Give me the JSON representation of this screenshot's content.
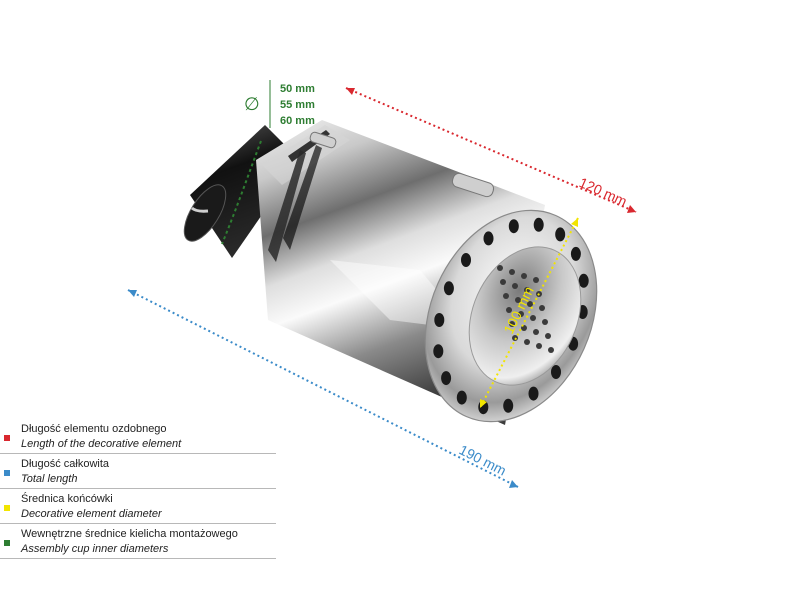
{
  "colors": {
    "red": "#d9282f",
    "blue": "#3b8bc9",
    "yellow": "#f2e500",
    "green": "#2e7d32"
  },
  "diameter_symbol": "∅",
  "inlet_diameters": [
    "50 mm",
    "55 mm",
    "60 mm"
  ],
  "dimensions": {
    "decorative_length": "120 mm",
    "total_length": "190 mm",
    "tip_diameter": "100 mm"
  },
  "legend": [
    {
      "color": "#d9282f",
      "title": "Długość elementu ozdobnego",
      "subtitle": "Length of the decorative element"
    },
    {
      "color": "#3b8bc9",
      "title": "Długość całkowita",
      "subtitle": "Total length"
    },
    {
      "color": "#f2e500",
      "title": "Średnica końcówki",
      "subtitle": "Decorative element diameter"
    },
    {
      "color": "#2e7d32",
      "title": "Wewnętrzne średnice kielicha montażowego",
      "subtitle": "Assembly cup inner diameters"
    }
  ]
}
